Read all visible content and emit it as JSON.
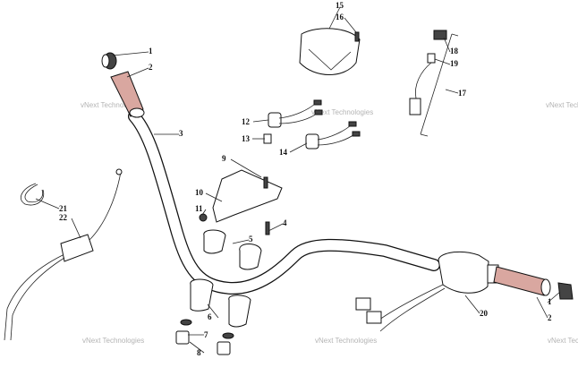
{
  "diagram": {
    "callouts": [
      {
        "id": "c1",
        "label": "1"
      },
      {
        "id": "c2",
        "label": "2"
      },
      {
        "id": "c3",
        "label": "3"
      },
      {
        "id": "c4",
        "label": "4"
      },
      {
        "id": "c5",
        "label": "5"
      },
      {
        "id": "c6",
        "label": "6"
      },
      {
        "id": "c7",
        "label": "7"
      },
      {
        "id": "c8",
        "label": "8"
      },
      {
        "id": "c9",
        "label": "9"
      },
      {
        "id": "c10",
        "label": "10"
      },
      {
        "id": "c11",
        "label": "11"
      },
      {
        "id": "c12",
        "label": "12"
      },
      {
        "id": "c13",
        "label": "13"
      },
      {
        "id": "c14",
        "label": "14"
      },
      {
        "id": "c15",
        "label": "15"
      },
      {
        "id": "c16",
        "label": "16"
      },
      {
        "id": "c17",
        "label": "17"
      },
      {
        "id": "c18",
        "label": "18"
      },
      {
        "id": "c19",
        "label": "19"
      },
      {
        "id": "c20",
        "label": "20"
      },
      {
        "id": "c21",
        "label": "21"
      },
      {
        "id": "c22",
        "label": "22"
      },
      {
        "id": "c1b",
        "label": "1"
      },
      {
        "id": "c2b",
        "label": "2"
      }
    ],
    "watermark": "vNext Technologies"
  },
  "colors": {
    "grip": "#d9a7a0",
    "line": "#111111"
  }
}
